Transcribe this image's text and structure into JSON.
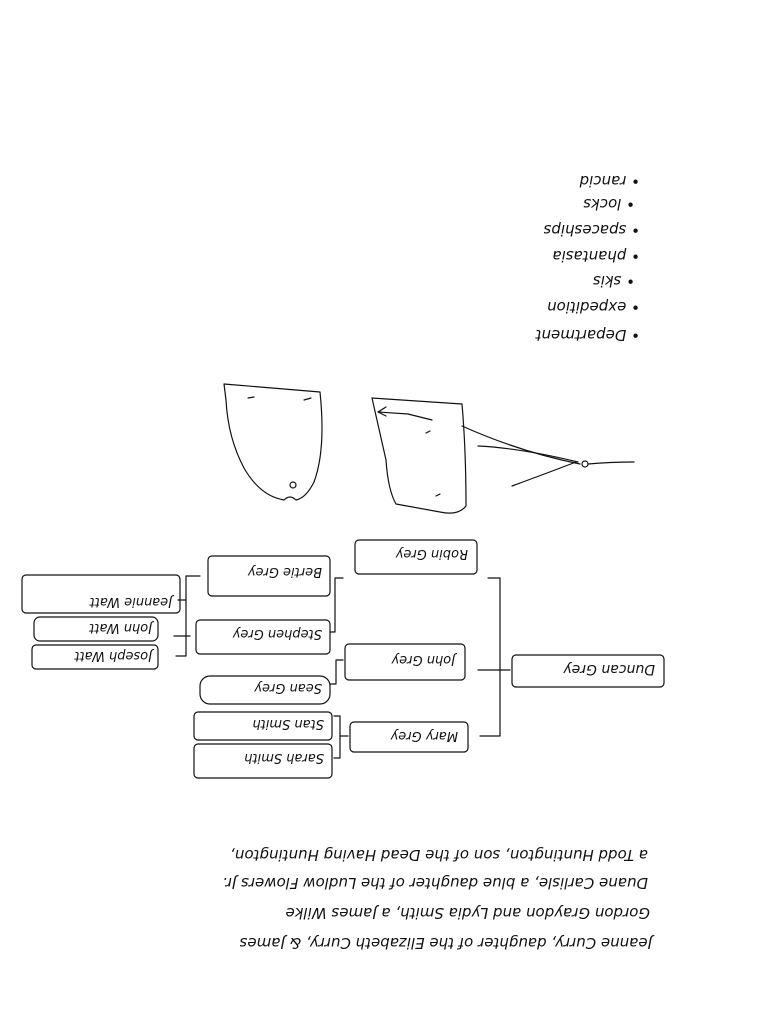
{
  "list_items": [
    "• rancid",
    "• locks",
    "• spaceships",
    "• phantasia",
    "• skis",
    "• expedition",
    "• Department"
  ],
  "tree": {
    "root": "Duncan Grey",
    "level1": [
      "Robin Grey",
      "John Grey",
      "Mary Grey"
    ],
    "level2": [
      "Bertie Grey",
      "Stephen Grey",
      "Sean Grey",
      "Stan Smith",
      "Sarah Smith"
    ],
    "level3": [
      "Jeannie Watt",
      "John Watt",
      "Joseph Watt"
    ]
  },
  "paragraph_lines": [
    "a Todd Huntington, son of the Dead Having Huntington,",
    "Duane Carlisle, a blue daughter of the Ludlow Flowers Jr.",
    "Gordon Graydon and Lydia Smith, a James Wilke",
    "Jeanne Curry, daughter of the Elizabeth Curry, & James"
  ]
}
